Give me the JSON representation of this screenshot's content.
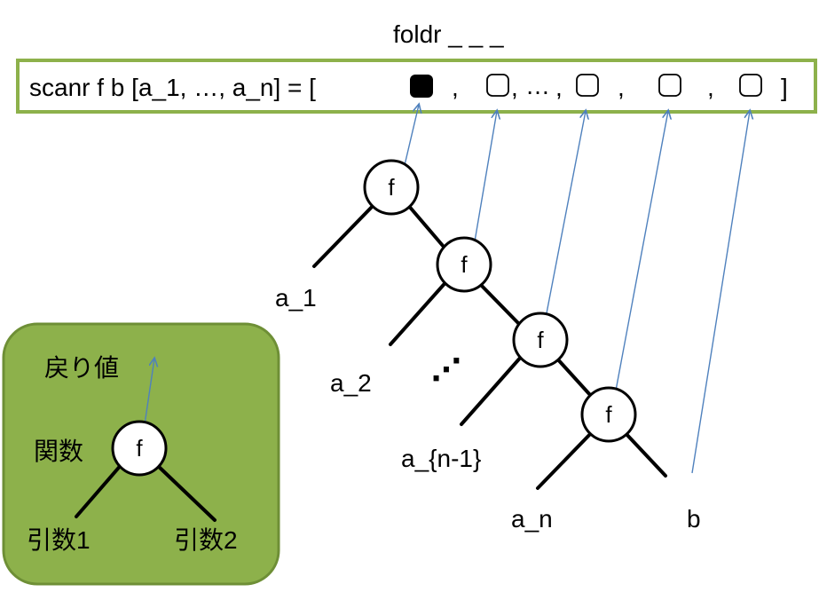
{
  "header": {
    "foldr_label": "foldr _ _ _"
  },
  "scanr_box": {
    "prefix": "scanr f b [a_1, …, a_n] = [",
    "separators": [
      ",",
      ",",
      "…",
      ",",
      ",",
      ","
    ],
    "close": "]"
  },
  "tree": {
    "node_label": "f",
    "leaves": {
      "a1": "a_1",
      "a2": "a_2",
      "an1": "a_{n-1}",
      "an": "a_n",
      "b": "b"
    },
    "ellipsis": "⋰"
  },
  "legend": {
    "return_value": "戻り値",
    "function": "関数",
    "node_label": "f",
    "arg1": "引数1",
    "arg2": "引数2"
  },
  "colors": {
    "box_border": "#8db14b",
    "legend_fill": "#8db14b",
    "legend_border": "#6e8f36",
    "arrow": "#4f81bd",
    "filled_slot": "#000000"
  }
}
